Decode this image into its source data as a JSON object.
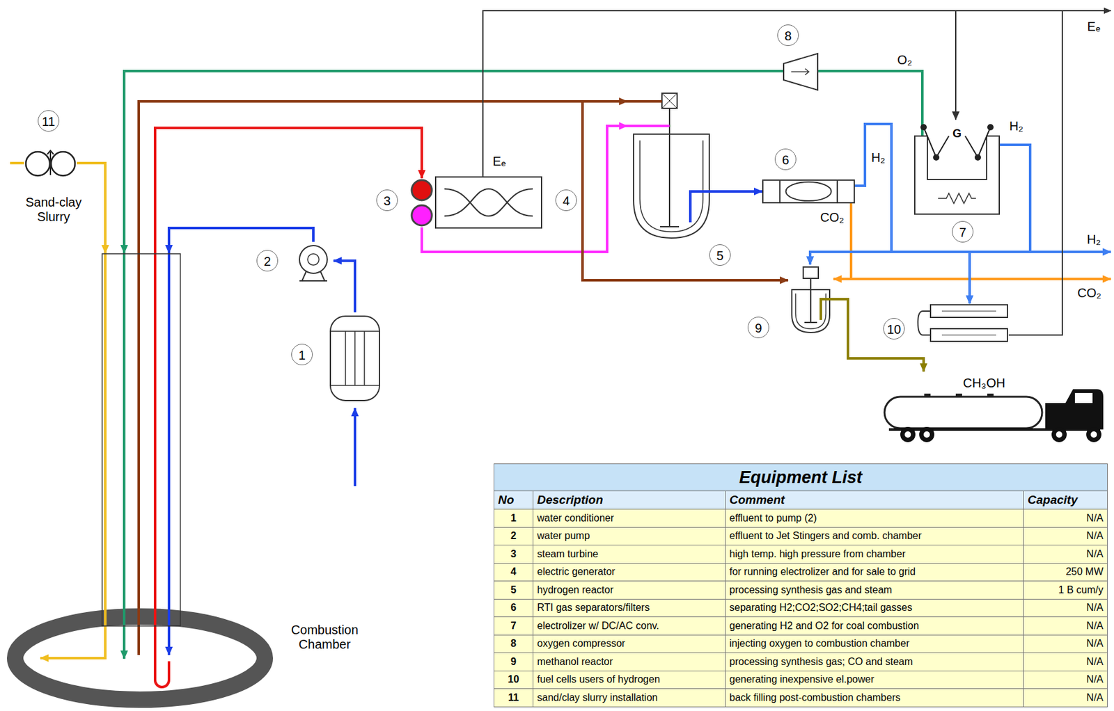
{
  "diagram": {
    "nodes": [
      {
        "text": [
          "Combustion Chamber"
        ]
      },
      {
        "text": [
          "1"
        ]
      },
      {
        "text": [
          "2"
        ]
      },
      {
        "text": [
          "3"
        ]
      },
      {
        "text": [
          "Eₑ",
          "4"
        ]
      },
      {
        "text": [
          "5"
        ]
      },
      {
        "text": [
          "6"
        ]
      },
      {
        "text": [
          "G",
          "7"
        ]
      },
      {
        "text": [
          "8"
        ]
      },
      {
        "text": [
          "9"
        ]
      },
      {
        "text": [
          "10"
        ]
      },
      {
        "text": [
          "11",
          "Sand-clay Slurry"
        ]
      },
      {
        "text": [
          "CH₃OH"
        ]
      }
    ],
    "edges": [
      {
        "from": 1,
        "to": 2,
        "arrow": "to"
      },
      {
        "from": 2,
        "to": 0,
        "arrow": "to"
      },
      {
        "from": 0,
        "to": 3,
        "arrow": "to"
      },
      {
        "from": 3,
        "to": 5,
        "arrow": "to"
      },
      {
        "from": 0,
        "to": 5,
        "arrow": "to"
      },
      {
        "from": 0,
        "to": 9,
        "arrow": "to"
      },
      {
        "from": 5,
        "to": 6,
        "arrow": "to"
      },
      {
        "from": 6,
        "to": 9,
        "arrow": "to"
      },
      {
        "from": 6,
        "to": 9,
        "arrow": "to"
      },
      {
        "from": 6,
        "to": 10,
        "arrow": "to"
      },
      {
        "from": 7,
        "to": 9,
        "arrow": "to"
      },
      {
        "from": 7,
        "to": 10,
        "arrow": "to"
      },
      {
        "from": 7,
        "to": 0,
        "label": "O₂",
        "arrow": "to"
      },
      {
        "from": 4,
        "to": 7,
        "arrow": "to"
      },
      {
        "from": 9,
        "to": 12,
        "arrow": "to"
      },
      {
        "from": 11,
        "to": 0,
        "arrow": "to"
      }
    ],
    "labels": [
      "H₂",
      "H₂",
      "CO₂",
      "H₂",
      "CO₂",
      "Eₑ",
      "Equipment List",
      "No",
      "Description",
      "Comment",
      "Capacity",
      "1",
      "water conditioner",
      "effluent to pump (2)",
      "N/A",
      "2",
      "water pump",
      "effluent to Jet Stingers and comb. chamber",
      "N/A",
      "3",
      "steam turbine",
      "high temp. high pressure from chamber",
      "N/A",
      "4",
      "electric generator",
      "for running electrolizer and for sale to grid",
      "250 MW",
      "5",
      "hydrogen reactor",
      "processing synthesis gas and steam",
      "1 B cum/y",
      "6",
      "RTI gas separators/filters",
      "separating H2;CO2;SO2;CH4;tail gasses",
      "N/A",
      "7",
      "electrolizer w/ DC/AC conv.",
      "generating H2 and O2 for coal combustion",
      "N/A",
      "8",
      "oxygen compressor",
      "injecting oxygen to combustion chamber",
      "N/A",
      "9",
      "methanol reactor",
      "processing synthesis gas; CO and steam",
      "N/A",
      "10",
      "fuel cells users of hydrogen",
      "generating inexpensive el.power",
      "N/A",
      "11",
      "sand/clay slurry installation",
      "back filling post-combustion chambers",
      "N/A"
    ]
  }
}
